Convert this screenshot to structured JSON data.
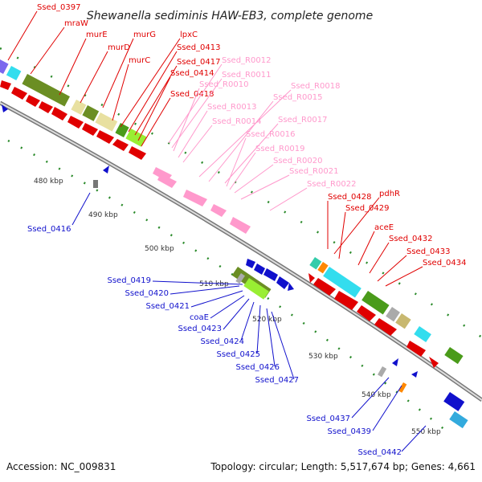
{
  "title": "Shewanella sediminis HAW-EB3, complete genome",
  "accession": "Accession: NC_009831",
  "topology": "Topology: circular; Length: 5,517,674 bp; Genes: 4,661",
  "colors": {
    "red": "#e00000",
    "pink": "#ff99cc",
    "blue": "#1010cc",
    "cds_green": "#4a9b1a",
    "olive": "#6b8e23",
    "yellow": "#e8e0a0",
    "lime": "#99ee33",
    "cyan": "#33ddee",
    "teal": "#33ccaa",
    "orange": "#ff8800",
    "gray": "#aaaaaa",
    "tan": "#c8b870"
  },
  "ticks": [
    {
      "label": "480 kbp"
    },
    {
      "label": "490 kbp"
    },
    {
      "label": "500 kbp"
    },
    {
      "label": "510 kbp"
    },
    {
      "label": "520 kbp"
    },
    {
      "label": "530 kbp"
    },
    {
      "label": "540 kbp"
    },
    {
      "label": "550 kbp"
    }
  ],
  "labels_red": [
    "Ssed_0397",
    "mraW",
    "murE",
    "murD",
    "murG",
    "murC",
    "lpxC",
    "Ssed_0413",
    "Ssed_0417",
    "Ssed_0414",
    "Ssed_0418",
    "Ssed_0428",
    "pdhR",
    "Ssed_0429",
    "aceE",
    "Ssed_0432",
    "Ssed_0433",
    "Ssed_0434"
  ],
  "labels_pink": [
    "Ssed_R0012",
    "Ssed_R0011",
    "Ssed_R0010",
    "Ssed_R0018",
    "Ssed_R0015",
    "Ssed_R0013",
    "Ssed_R0017",
    "Ssed_R0014",
    "Ssed_R0016",
    "Ssed_R0019",
    "Ssed_R0020",
    "Ssed_R0021",
    "Ssed_R0022"
  ],
  "labels_blue": [
    "Ssed_0416",
    "Ssed_0419",
    "Ssed_0420",
    "Ssed_0421",
    "coaE",
    "Ssed_0423",
    "Ssed_0424",
    "Ssed_0425",
    "Ssed_0426",
    "Ssed_0427",
    "Ssed_0437",
    "Ssed_0439",
    "Ssed_0442"
  ]
}
